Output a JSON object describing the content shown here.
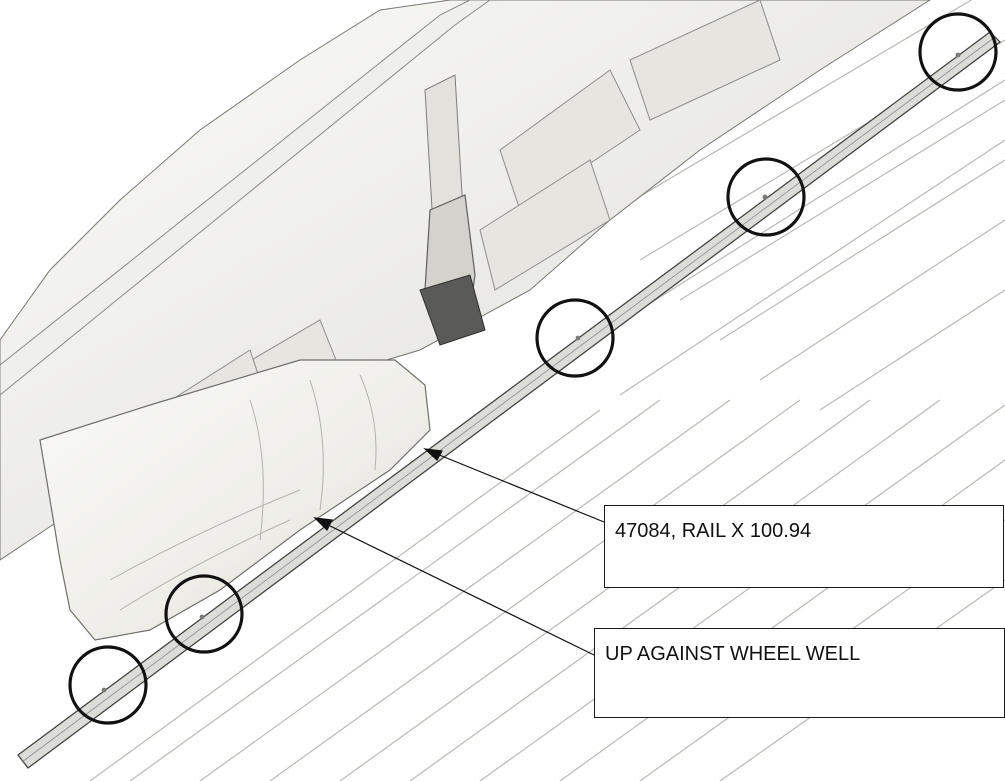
{
  "callouts": {
    "rail_part": "47084, RAIL X 100.94",
    "placement": "UP AGAINST WHEEL WELL"
  },
  "colors": {
    "background": "#ffffff",
    "panel_light": "#f2f2ef",
    "panel_shade": "#d8d7d2",
    "line": "#111111"
  },
  "markers": {
    "count": 5
  }
}
